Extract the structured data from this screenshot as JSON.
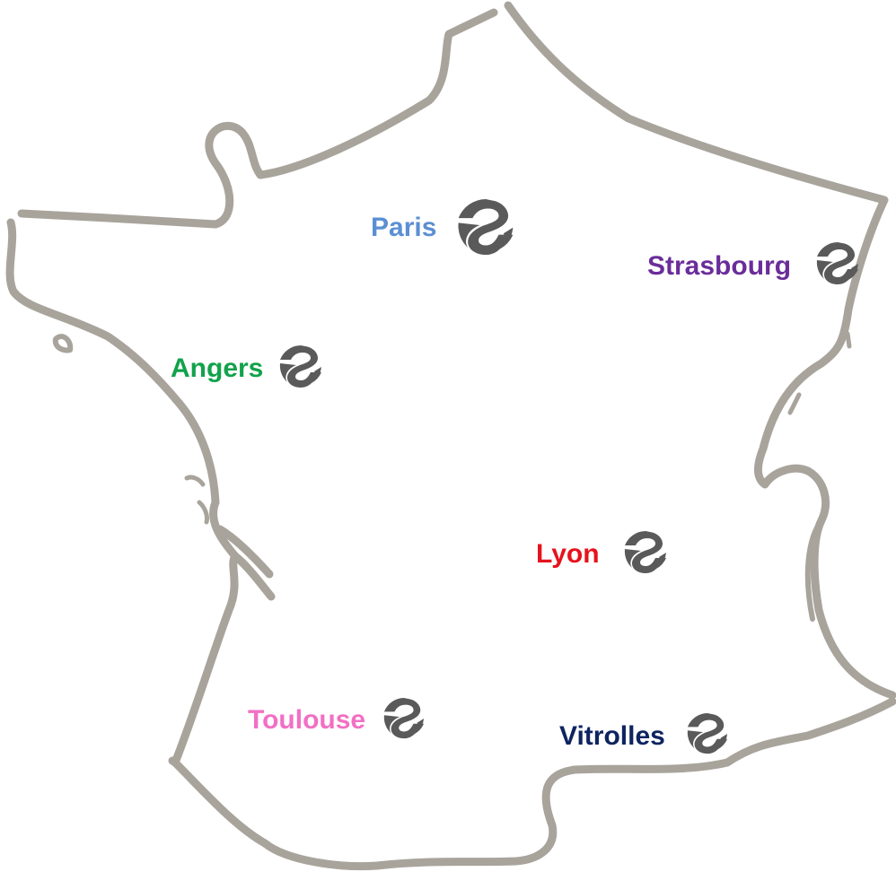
{
  "map": {
    "outline_color": "#a8a49c",
    "marker_color": "#5a5a5a",
    "marker_icon": "logo-s-icon"
  },
  "cities": [
    {
      "id": "paris",
      "name": "Paris",
      "color": "#5b8fd4"
    },
    {
      "id": "strasbourg",
      "name": "Strasbourg",
      "color": "#6a2d9a"
    },
    {
      "id": "angers",
      "name": "Angers",
      "color": "#12a24b"
    },
    {
      "id": "lyon",
      "name": "Lyon",
      "color": "#e5131c"
    },
    {
      "id": "toulouse",
      "name": "Toulouse",
      "color": "#f26fc4"
    },
    {
      "id": "vitrolles",
      "name": "Vitrolles",
      "color": "#0e2460"
    }
  ]
}
